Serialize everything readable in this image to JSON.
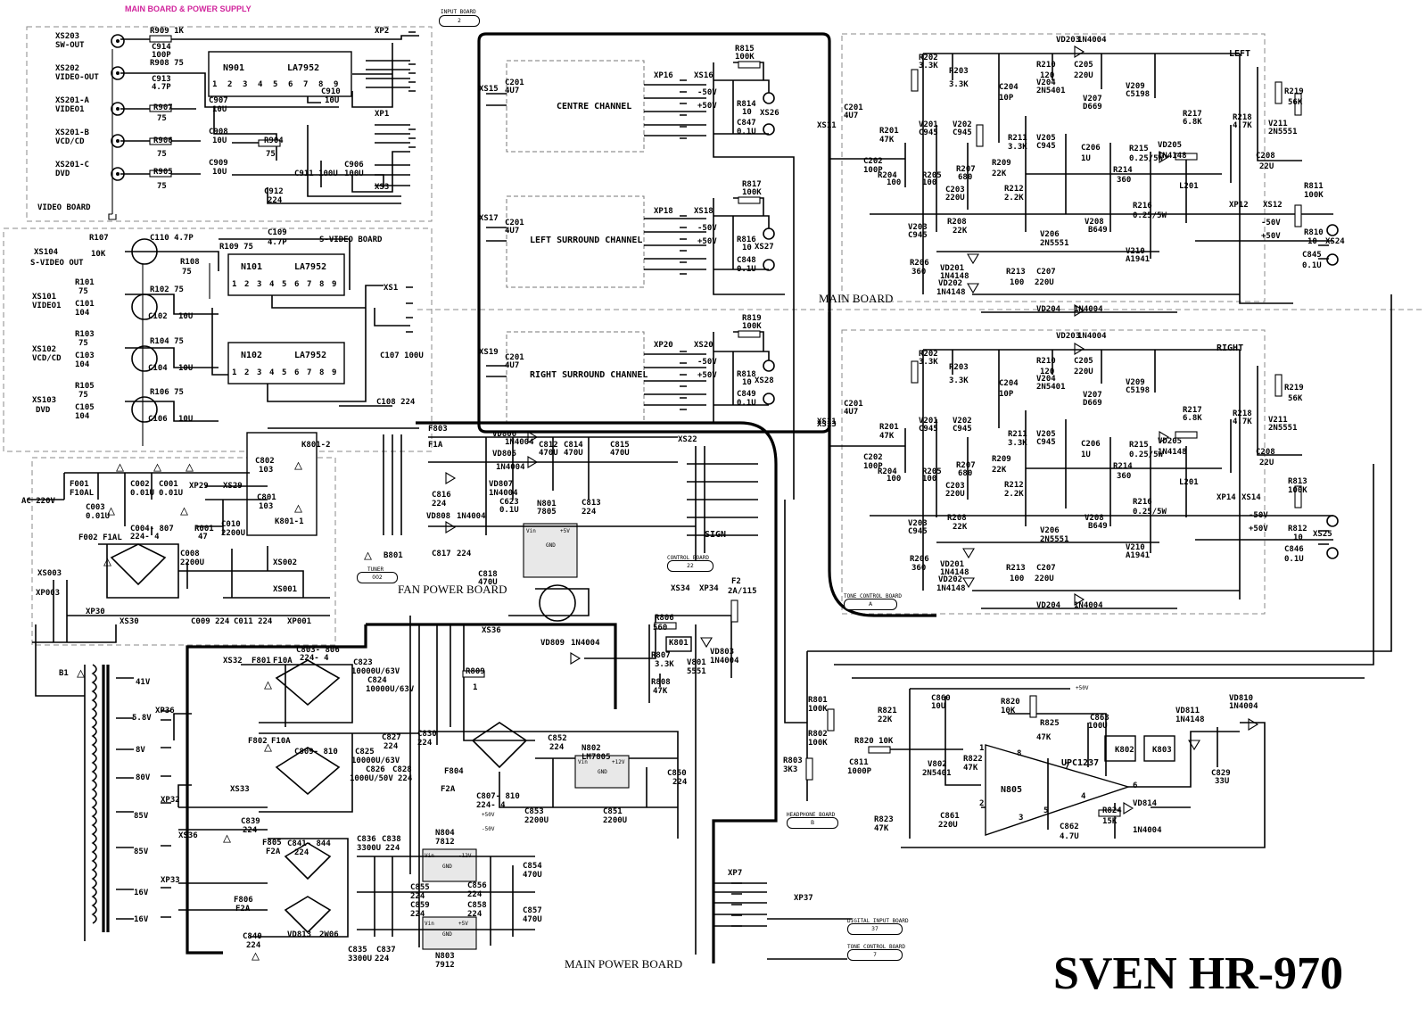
{
  "header": {
    "section_title": "MAIN BOARD & POWER SUPPLY",
    "product_title": "SVEN HR-970"
  },
  "boards": {
    "video": "VIDEO BOARD",
    "svideo": "S-VIDEO BOARD",
    "main": "MAIN BOARD",
    "fan_power": "FAN POWER BOARD",
    "main_power": "MAIN POWER BOARD",
    "input_board": "INPUT BOARD",
    "input_board_pin": "2",
    "tuner": "TUNER",
    "tuner_pin": "002",
    "control_board": "CONTROL BOARD",
    "control_board_pin": "22",
    "tone_control_1": "TONE CONTROL BOARD",
    "tone_control_1_pin": "A",
    "headphone": "HEADPHONE BOARD",
    "headphone_pin": "B",
    "digital_input": "DIGITAL INPUT BOARD",
    "digital_input_pin": "37",
    "tone_control_2": "TONE CONTROL BOARD",
    "tone_control_2_pin": "7",
    "left": "LEFT",
    "right": "RIGHT",
    "sign": "SIGN"
  },
  "channels": {
    "centre": "CENTRE CHANNEL",
    "left_surround": "LEFT SURROUND CHANNEL",
    "right_surround": "RIGHT SURROUND CHANNEL"
  },
  "video_board": {
    "connectors": [
      {
        "id": "XS203",
        "name": "SW-OUT"
      },
      {
        "id": "XS202",
        "name": "VIDEO-OUT"
      },
      {
        "id": "XS201-A",
        "name": "VIDEO1"
      },
      {
        "id": "XS201-B",
        "name": "VCD/CD"
      },
      {
        "id": "XS201-C",
        "name": "DVD"
      }
    ],
    "ic_ref": "N901",
    "ic_type": "LA7952",
    "parts": [
      "R909 1K",
      "C914",
      "100P",
      "R908 75",
      "C913",
      "4.7P",
      "R907",
      "75",
      "C907",
      "10U",
      "C908",
      "10U",
      "R906",
      "75",
      "R904",
      "75",
      "R905",
      "75",
      "C909",
      "10U",
      "C910",
      "10U",
      "C911 100U",
      "C906",
      "100U",
      "C912",
      "224",
      "XP2",
      "XP1",
      "XS3"
    ]
  },
  "svideo_board": {
    "connectors": [
      {
        "id": "XS104",
        "name": "S-VIDEO  OUT"
      },
      {
        "id": "XS101",
        "name": "VIDEO1"
      },
      {
        "id": "XS102",
        "name": "VCD/CD"
      },
      {
        "id": "XS103",
        "name": "DVD"
      }
    ],
    "ic1_ref": "N101",
    "ic1_type": "LA7952",
    "ic2_ref": "N102",
    "ic2_type": "LA7952",
    "parts": [
      "R107",
      "10K",
      "C110  4.7P",
      "C109",
      "4.7P",
      "R109  75",
      "R108",
      "75",
      "R101",
      "75",
      "C101",
      "104",
      "R102  75",
      "C102",
      "10U",
      "R103",
      "75",
      "C103",
      "104",
      "R104  75",
      "C104",
      "10U",
      "R105",
      "75",
      "C105",
      "104",
      "R106  75",
      "C106",
      "10U",
      "C107 100U",
      "C108  224",
      "XS1"
    ]
  },
  "ic_pins": [
    "1",
    "2",
    "3",
    "4",
    "5",
    "6",
    "7",
    "8",
    "9"
  ],
  "surround": {
    "sections": [
      {
        "in": "XS15",
        "cap": "C201",
        "capv": "4U7",
        "xp": "XP16",
        "xs": "XS16",
        "r1": "R815",
        "r1v": "100K",
        "r2": "R814",
        "r2v": "10",
        "c": "C847",
        "cv": "0.1U",
        "out": "XS26"
      },
      {
        "in": "XS17",
        "cap": "C201",
        "capv": "4U7",
        "xp": "XP18",
        "xs": "XS18",
        "r1": "R817",
        "r1v": "100K",
        "r2": "R816",
        "r2v": "10",
        "c": "C848",
        "cv": "0.1U",
        "out": "XS27"
      },
      {
        "in": "XS19",
        "cap": "C201",
        "capv": "4U7",
        "xp": "XP20",
        "xs": "XS20",
        "r1": "R819",
        "r1v": "100K",
        "r2": "R818",
        "r2v": "10",
        "c": "C849",
        "cv": "0.1U",
        "out": "XS28"
      }
    ],
    "minus": "-50V",
    "plus": "+50V"
  },
  "amplifier": {
    "parts": [
      "VD203",
      "1N4004",
      "R202",
      "3.3K",
      "R203",
      "3.3K",
      "R210",
      "120",
      "C205",
      "220U",
      "C204",
      "10P",
      "V204",
      "2N5401",
      "V207",
      "D669",
      "V209",
      "C5198",
      "R219",
      "56K",
      "R218",
      "4.7K",
      "V211",
      "2N5551",
      "XS11",
      "C201",
      "4U7",
      "R201",
      "47K",
      "V201",
      "C945",
      "V202",
      "C945",
      "R211",
      "3.3K",
      "V205",
      "C945",
      "C206",
      "1U",
      "R215",
      "0.25/5W",
      "R217",
      "6.8K",
      "VD205",
      "1N4148",
      "C208",
      "22U",
      "C202",
      "100P",
      "R204",
      "100",
      "R205",
      "100",
      "R207",
      "680",
      "R209",
      "22K",
      "R214",
      "360",
      "C203",
      "220U",
      "R212",
      "2.2K",
      "R208",
      "22K",
      "V203",
      "C945",
      "V206",
      "2N5551",
      "V208",
      "B649",
      "R216",
      "0.25/5W",
      "L201",
      "R206",
      "360",
      "VD201",
      "1N4148",
      "VD202",
      "1N4148",
      "R213",
      "100",
      "C207",
      "220U",
      "V210",
      "A1941",
      "VD204",
      "1N4004"
    ],
    "right_input": "XS13",
    "left_out": {
      "xp": "XP12",
      "xs": "XS12",
      "r1": "R811",
      "r1v": "100K",
      "r2": "R810",
      "r2v": "10",
      "c": "C845",
      "cv": "0.1U",
      "out": "XS24"
    },
    "right_out": {
      "xp": "XP14",
      "xs": "XS14",
      "r1": "R813",
      "r1v": "100K",
      "r2": "R812",
      "r2v": "10",
      "c": "C846",
      "cv": "0.1U",
      "out": "XS25"
    }
  },
  "fan_power": {
    "parts": [
      "F803",
      "F1A",
      "VD806",
      "1N4004",
      "VD805",
      "1N4004",
      "C812",
      "470U",
      "C814",
      "470U",
      "C815",
      "470U",
      "XS22",
      "C816",
      "224",
      "VD807",
      "1N4004",
      "C623",
      "0.1U",
      "N801",
      "7805",
      "C813",
      "224",
      "VD808",
      "1N4004",
      "C817",
      "224",
      "C818",
      "470U",
      "XS34",
      "XP34",
      "F2",
      "2A/115",
      "XS36",
      "R806",
      "560",
      "K801",
      "R807",
      "3.3K",
      "V801",
      "5551",
      "VD803",
      "1N4004",
      "R808",
      "47K",
      "VD809",
      "1N4004",
      "B801"
    ]
  },
  "protection": {
    "parts": [
      "R801",
      "100K",
      "R802",
      "100K",
      "R803",
      "3K3",
      "C811",
      "1000P",
      "R820 10K",
      "R821",
      "22K",
      "C860",
      "10U",
      "V802",
      "2N5401",
      "R822",
      "47K",
      "R820",
      "10K",
      "R825",
      "47K",
      "C863",
      "100U",
      "VD811",
      "1N4148",
      "VD810",
      "1N4004",
      "K802",
      "K803",
      "C829",
      "33U",
      "R823",
      "47K",
      "C861",
      "220U",
      "C862",
      "4.7U",
      "R824",
      "15K",
      "VD814",
      "1N4004"
    ],
    "ic_ref": "N805",
    "ic_type": "UPC1237",
    "ic_pins": [
      "1",
      "2",
      "3",
      "4",
      "5",
      "6",
      "7",
      "8"
    ],
    "v50": "+50V"
  },
  "mains": {
    "parts": [
      "XP29",
      "XS29",
      "C802",
      "103",
      "K801-2",
      "F001",
      "F10AL",
      "C002",
      "0.01U",
      "C001",
      "0.01U",
      "AC  220V",
      "C003",
      "0.01U",
      "C004- 807",
      "224-  4",
      "C801",
      "103",
      "K801-1",
      "R001",
      "47",
      "C010",
      "2200U",
      "F002  F1AL",
      "C008",
      "2200U",
      "XS002",
      "XS003",
      "XP003",
      "XS001",
      "XP30",
      "XS30",
      "C009 224",
      "C011 224",
      "XP001"
    ]
  },
  "main_power": {
    "parts": [
      "B1",
      "41V",
      "5.8V",
      "XP36",
      "8V",
      "80V",
      "XP32",
      "85V",
      "XS36",
      "85V",
      "XP33",
      "16V",
      "16V",
      "XS32",
      "F801",
      "F10A",
      "C803- 806",
      "224-  4",
      "C823",
      "10000U/63V",
      "C824",
      "10000U/63V",
      "C827",
      "224",
      "R809",
      "1",
      "C830",
      "224",
      "F804",
      "F2A",
      "C852",
      "224",
      "N802",
      "LM7805",
      "C850",
      "224",
      "C807- 810",
      "224-  4",
      "C853",
      "2200U",
      "C851",
      "2200U",
      "F802",
      "F10A",
      "C809- 810",
      "C825",
      "10000U/63V",
      "C826",
      "1000U/50V",
      "C828",
      "224",
      "XS33",
      "C839",
      "224",
      "F805",
      "F2A",
      "C841- 844",
      "224",
      "C836",
      "3300U",
      "C838",
      "224",
      "N804",
      "7812",
      "C854",
      "470U",
      "C855",
      "224",
      "C856",
      "224",
      "C859",
      "224",
      "C858",
      "224",
      "C857",
      "470U",
      "F806",
      "F2A",
      "C840",
      "224",
      "VD813",
      "2W06",
      "C835",
      "3300U",
      "C837",
      "224",
      "N803",
      "7912",
      "XP7",
      "XP37"
    ],
    "reg_labels": [
      "Vin",
      "+5V",
      "GND",
      "Vin",
      "+12V",
      "GND",
      "Vin",
      "-12V",
      "GND",
      "Vin",
      "+5V",
      "GND"
    ],
    "rails": [
      "+50V",
      "-50V"
    ]
  }
}
